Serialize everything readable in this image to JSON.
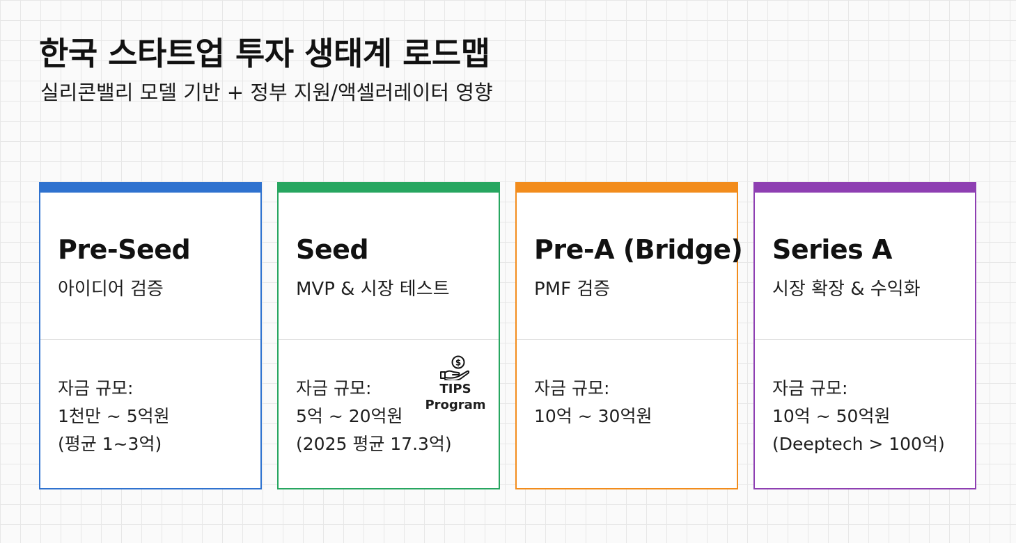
{
  "header": {
    "title": "한국 스타트업 투자 생태계 로드맵",
    "subtitle": "실리콘밸리 모델 기반 + 정부 지원/액셀러레이터 영향"
  },
  "stages": [
    {
      "name": "Pre-Seed",
      "desc": "아이디어 검증",
      "accent": "#2f72cf",
      "funding_label": "자금 규모:",
      "funding_range": "1천만 ~ 5억원",
      "funding_note": "(평균 1~3억)"
    },
    {
      "name": "Seed",
      "desc": "MVP & 시장 테스트",
      "accent": "#27a660",
      "funding_label": "자금 규모:",
      "funding_range": "5억 ~ 20억원",
      "funding_note": "(2025 평균 17.3억)",
      "badge": {
        "icon": "money-hand-icon",
        "line1": "TIPS",
        "line2": "Program"
      }
    },
    {
      "name": "Pre-A (Bridge)",
      "desc": "PMF 검증",
      "accent": "#f28c1c",
      "funding_label": "자금 규모:",
      "funding_range": "10억 ~ 30억원"
    },
    {
      "name": "Series A",
      "desc": "시장 확장 & 수익화",
      "accent": "#8e3fb2",
      "funding_label": "자금 규모:",
      "funding_range": "10억 ~ 50억원",
      "funding_note": "(Deeptech > 100억)"
    }
  ]
}
